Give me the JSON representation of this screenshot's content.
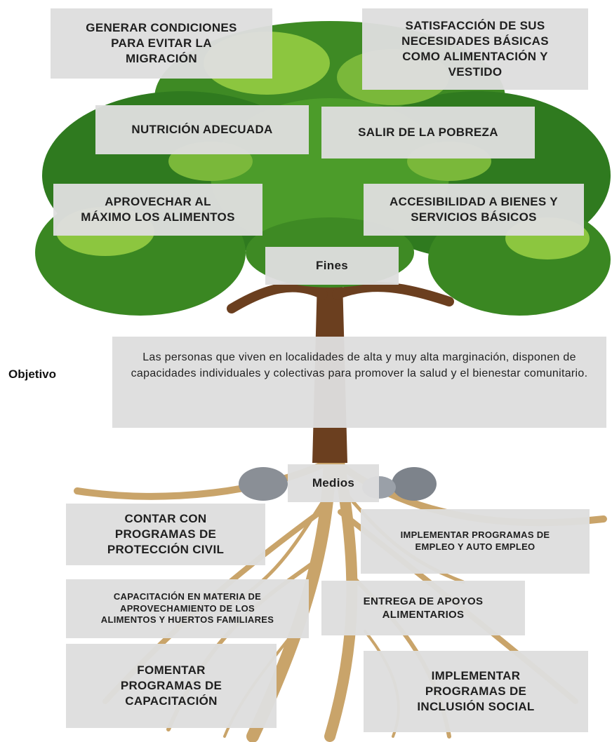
{
  "colors": {
    "box_background": "#dedede",
    "text": "#1f1f1f",
    "foliage_dark": "#2f7a1f",
    "foliage_mid": "#4c9c2a",
    "foliage_light": "#8cc63f",
    "trunk": "#6b3f1f",
    "roots": "#c9a46a",
    "rocks": "#8a8f96"
  },
  "fines": {
    "label": "Fines",
    "items": [
      "GENERAR CONDICIONES\nPARA EVITAR LA\nMIGRACIÓN",
      "SATISFACCIÓN DE SUS\nNECESIDADES BÁSICAS\nCOMO ALIMENTACIÓN Y\nVESTIDO",
      "NUTRICIÓN ADECUADA",
      "SALIR DE LA POBREZA",
      "APROVECHAR AL\nMÁXIMO LOS ALIMENTOS",
      "ACCESIBILIDAD A BIENES Y\nSERVICIOS BÁSICOS"
    ]
  },
  "objetivo": {
    "label": "Objetivo",
    "text": "Las personas que viven en localidades de alta y muy alta marginación, disponen de capacidades individuales y colectivas para promover la salud y el bienestar comunitario."
  },
  "medios": {
    "label": "Medios",
    "items": [
      "CONTAR CON\nPROGRAMAS DE\nPROTECCIÓN CIVIL",
      "IMPLEMENTAR PROGRAMAS DE\nEMPLEO Y AUTO EMPLEO",
      "CAPACITACIÓN EN MATERIA DE\nAPROVECHAMIENTO DE LOS\nALIMENTOS Y HUERTOS FAMILIARES",
      "ENTREGA DE APOYOS\nALIMENTARIOS",
      "FOMENTAR\nPROGRAMAS DE\nCAPACITACIÓN",
      "IMPLEMENTAR\nPROGRAMAS DE\nINCLUSIÓN SOCIAL"
    ]
  }
}
